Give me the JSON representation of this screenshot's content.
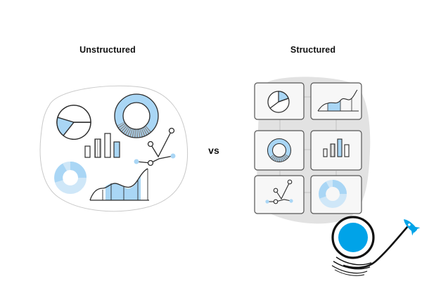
{
  "left_label": "Unstructured",
  "right_label": "Structured",
  "vs_label": "vs",
  "colors": {
    "accent_blue": "#9fd0f2",
    "light_blue": "#cfe7f8",
    "ink": "#2b2b2b",
    "panel_bg": "#f4f4f4",
    "backdrop": "#dcdcdc",
    "logo_blue": "#00a3e8"
  },
  "icons": {
    "unstructured": [
      "pie-chart-icon",
      "donut-chart-icon",
      "bar-chart-icon",
      "line-chart-icon",
      "ring-chart-icon",
      "area-chart-icon"
    ],
    "structured": [
      "pie-chart-icon",
      "area-chart-icon",
      "donut-chart-icon",
      "bar-chart-icon",
      "line-chart-icon",
      "ring-chart-icon"
    ],
    "logo": "rocket-logo-icon"
  }
}
